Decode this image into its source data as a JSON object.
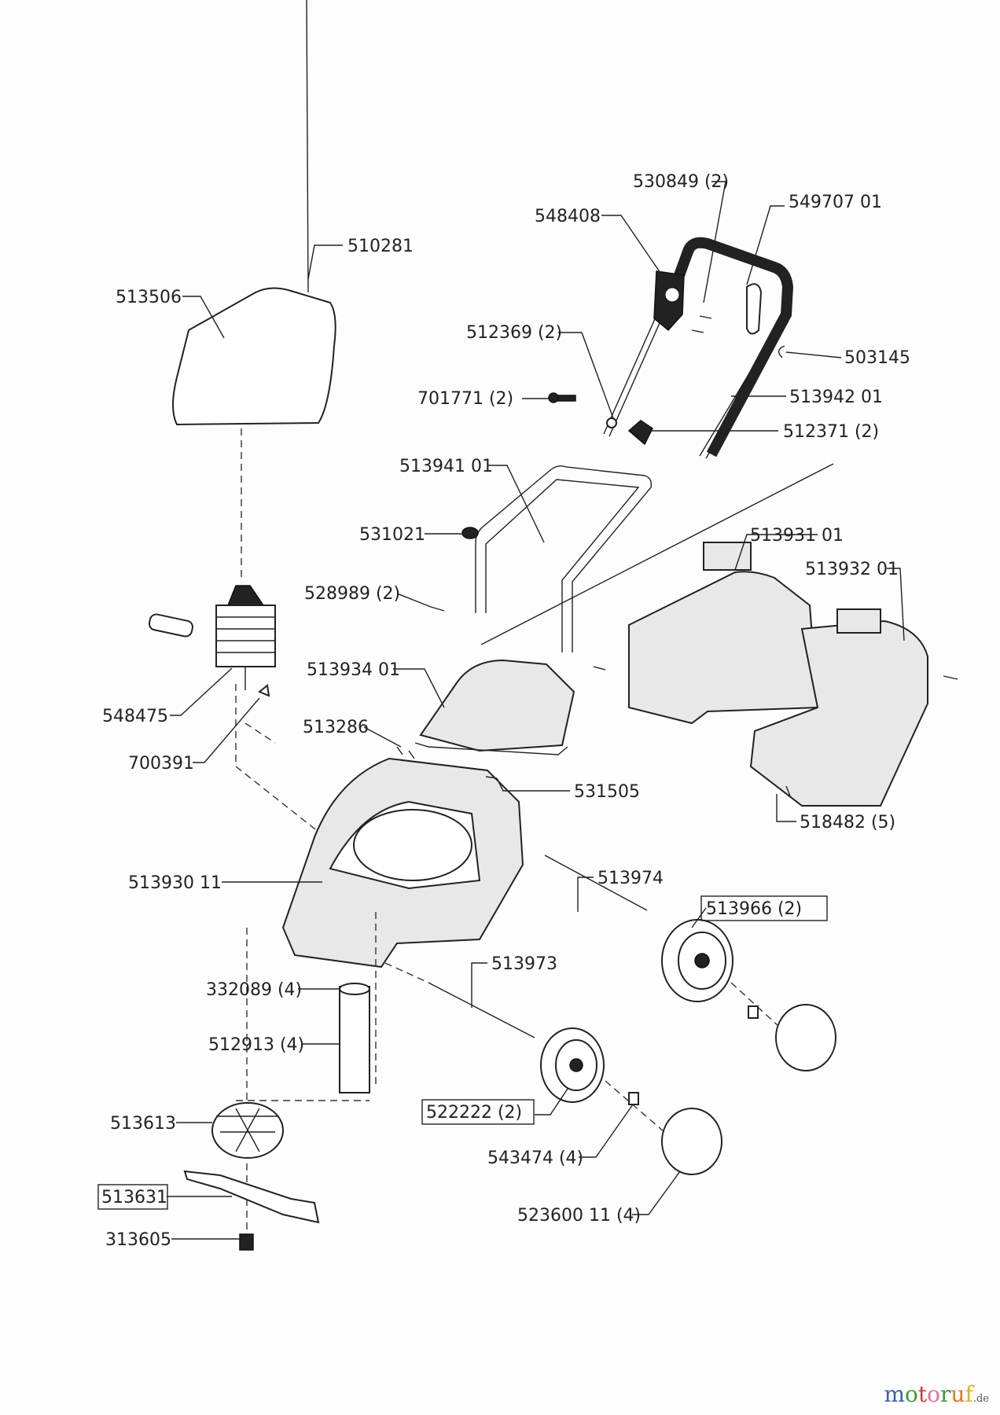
{
  "diagram": {
    "title": "Lawn mower exploded parts diagram",
    "labels": [
      {
        "id": "530849",
        "text": "530849 (2)"
      },
      {
        "id": "549707",
        "text": "549707 01"
      },
      {
        "id": "548408",
        "text": "548408"
      },
      {
        "id": "510281",
        "text": "510281"
      },
      {
        "id": "513506",
        "text": "513506"
      },
      {
        "id": "512369",
        "text": "512369 (2)"
      },
      {
        "id": "503145",
        "text": "503145"
      },
      {
        "id": "701771",
        "text": "701771 (2)"
      },
      {
        "id": "513942",
        "text": "513942 01"
      },
      {
        "id": "512371",
        "text": "512371 (2)"
      },
      {
        "id": "513941",
        "text": "513941 01"
      },
      {
        "id": "531021",
        "text": "531021"
      },
      {
        "id": "513931",
        "text": "513931 01"
      },
      {
        "id": "513932",
        "text": "513932 01"
      },
      {
        "id": "528989",
        "text": "528989 (2)"
      },
      {
        "id": "513934",
        "text": "513934 01"
      },
      {
        "id": "548475",
        "text": "548475"
      },
      {
        "id": "513286",
        "text": "513286"
      },
      {
        "id": "700391",
        "text": "700391"
      },
      {
        "id": "531505",
        "text": "531505"
      },
      {
        "id": "518482",
        "text": "518482 (5)"
      },
      {
        "id": "513930",
        "text": "513930 11"
      },
      {
        "id": "513974",
        "text": "513974"
      },
      {
        "id": "513966",
        "text": "513966 (2)",
        "boxed": true
      },
      {
        "id": "513973",
        "text": "513973"
      },
      {
        "id": "332089",
        "text": "332089 (4)"
      },
      {
        "id": "512913",
        "text": "512913 (4)"
      },
      {
        "id": "522222",
        "text": "522222 (2)",
        "boxed": true
      },
      {
        "id": "513613",
        "text": "513613"
      },
      {
        "id": "543474",
        "text": "543474 (4)"
      },
      {
        "id": "513631",
        "text": "513631",
        "boxed": true
      },
      {
        "id": "523600",
        "text": "523600 11 (4)"
      },
      {
        "id": "313605",
        "text": "313605"
      }
    ]
  },
  "watermark": {
    "letters": [
      {
        "ch": "m",
        "color": "#3a5fb0"
      },
      {
        "ch": "o",
        "color": "#3a9a3a"
      },
      {
        "ch": "t",
        "color": "#d03a3a"
      },
      {
        "ch": "o",
        "color": "#e070a0"
      },
      {
        "ch": "r",
        "color": "#3a9a3a"
      },
      {
        "ch": "u",
        "color": "#e07a20"
      },
      {
        "ch": "f",
        "color": "#e0b020"
      }
    ],
    "suffix": ".de"
  }
}
